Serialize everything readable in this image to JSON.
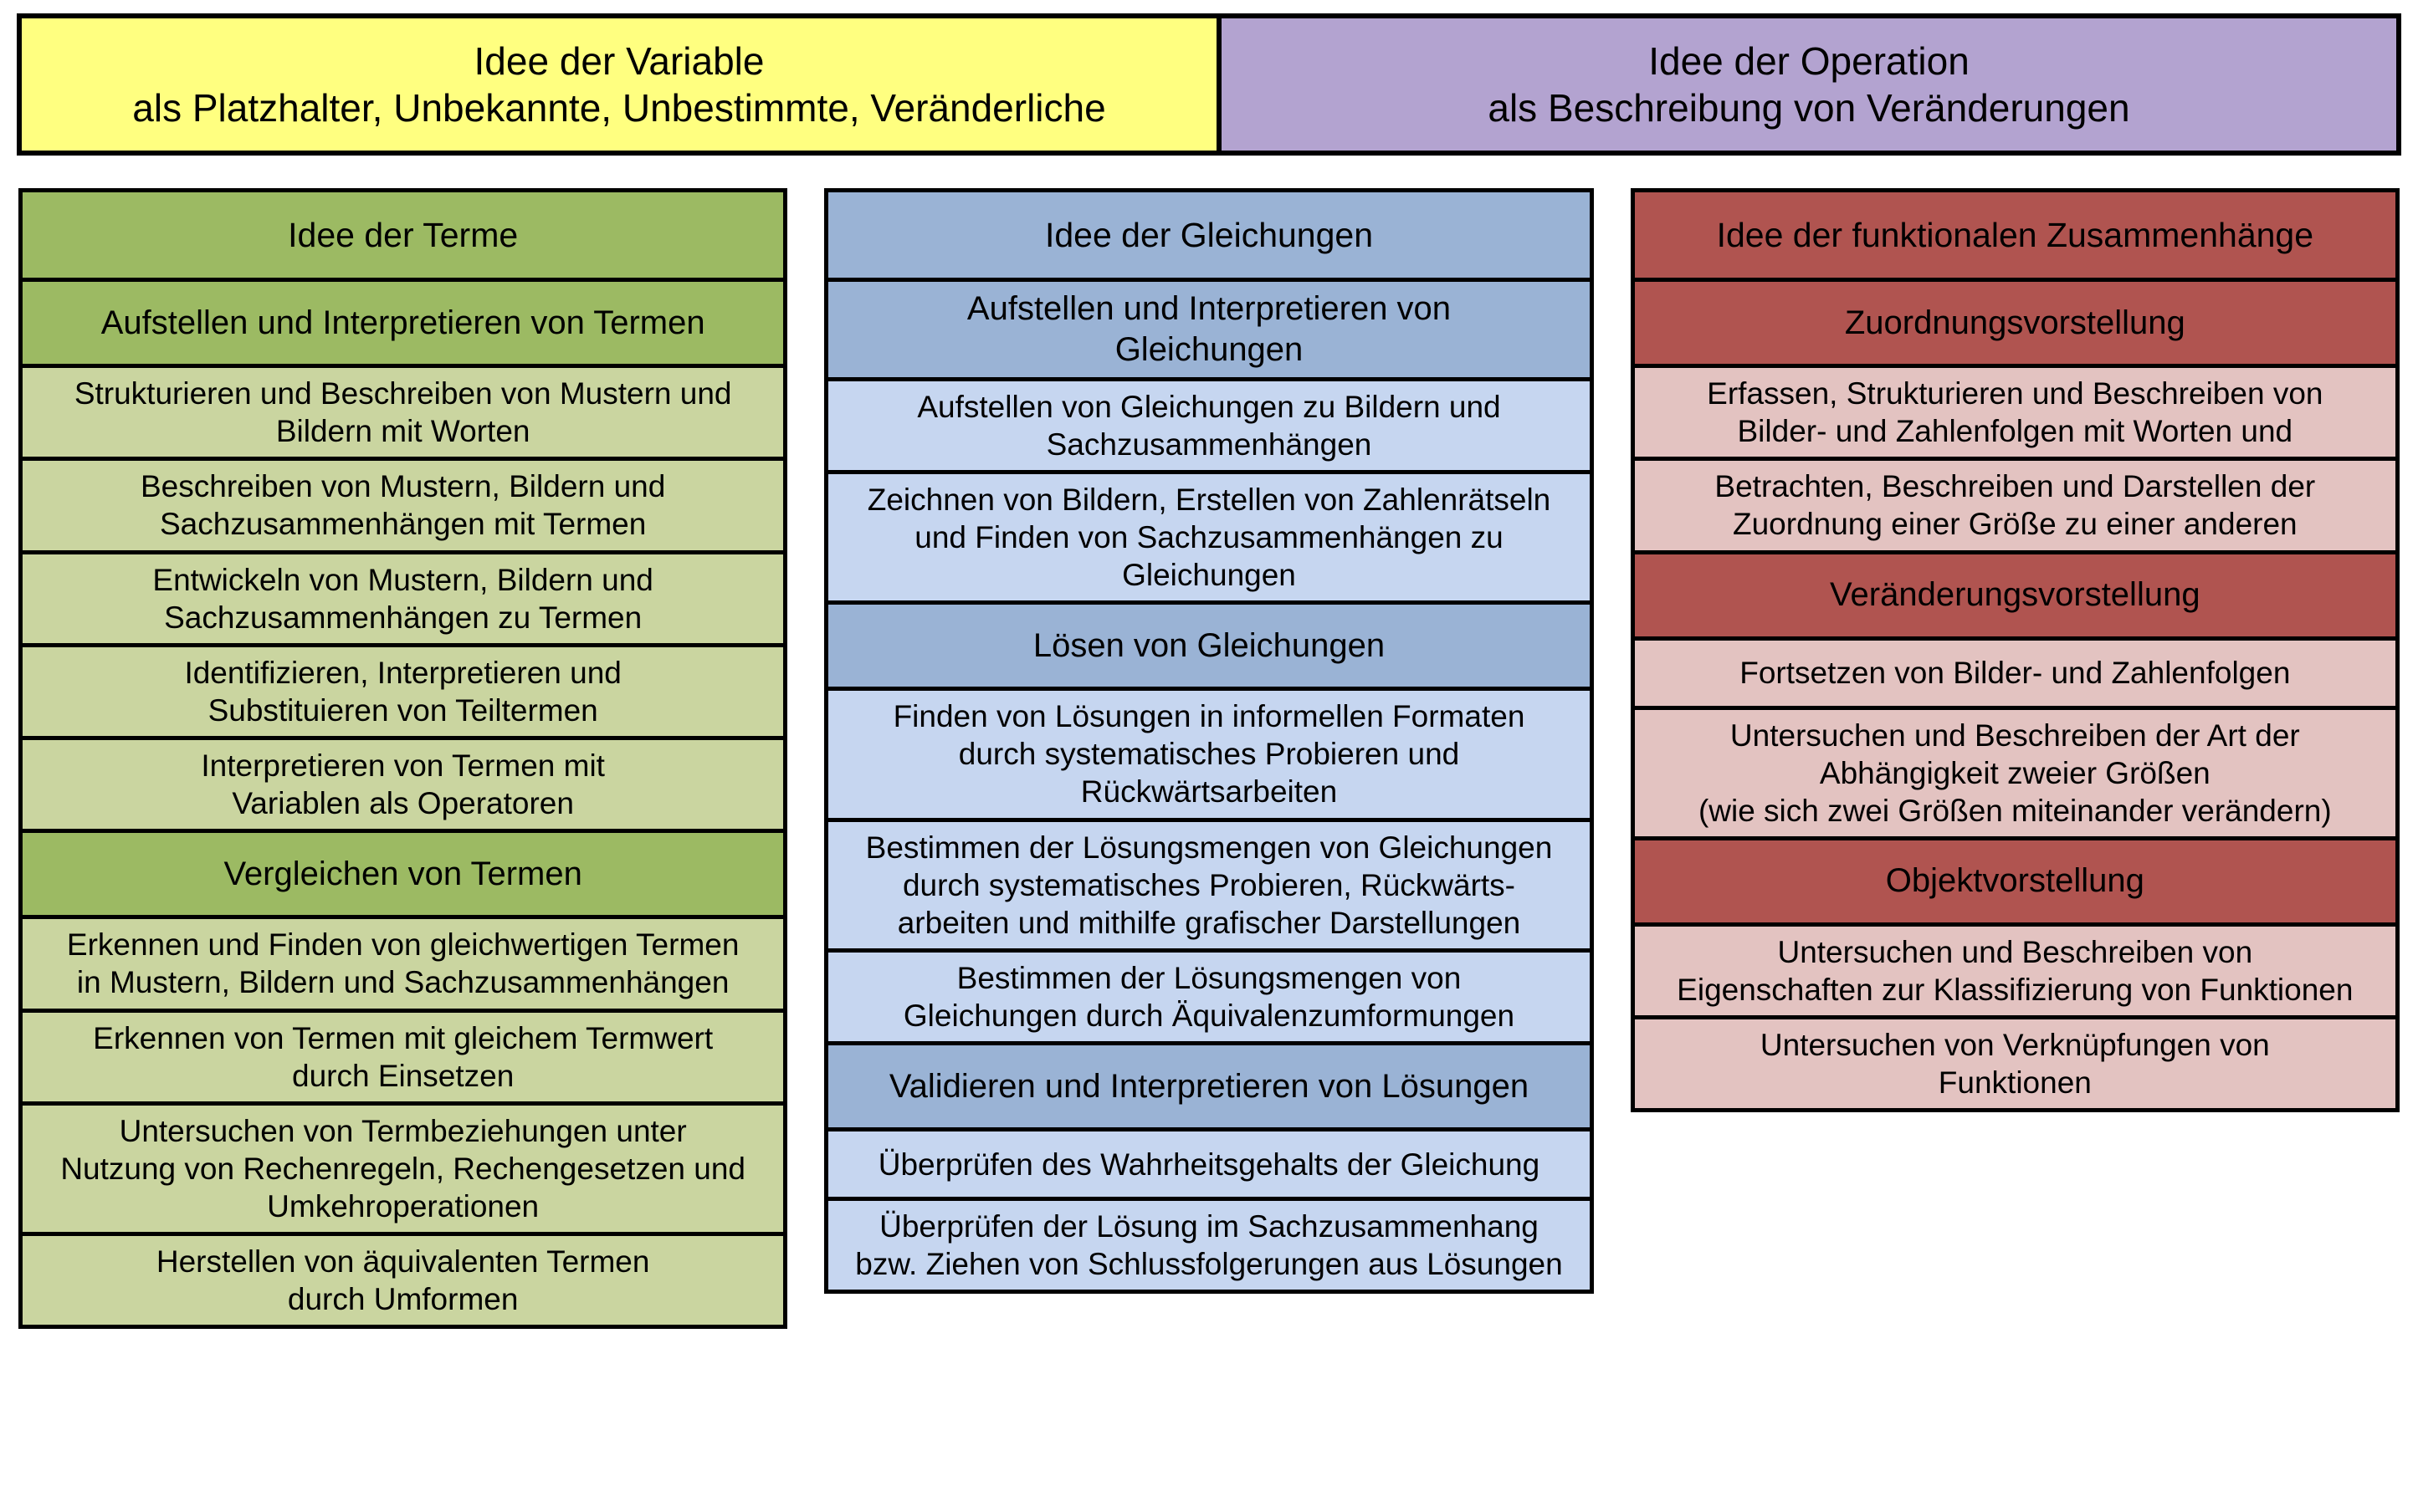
{
  "header": {
    "left": {
      "title": "Idee der Variable",
      "subtitle": "als Platzhalter, Unbekannte, Unbestimmte, Veränderliche",
      "color": "#FFFF80"
    },
    "right": {
      "title": "Idee der Operation",
      "subtitle": "als Beschreibung von Veränderungen",
      "color": "#B3A3D0"
    }
  },
  "colors": {
    "green_dark": "#9CBA63",
    "green_light": "#CAD5A0",
    "blue_dark": "#9AB3D5",
    "blue_light": "#C6D6F0",
    "red_dark": "#B05450",
    "red_light": "#E3C3C1",
    "border": "#000000"
  },
  "columns": {
    "terme": {
      "title": "Idee der Terme",
      "groups": [
        {
          "head": "Aufstellen und Interpretieren von Termen",
          "items": [
            {
              "lines": [
                "Strukturieren und Beschreiben von Mustern und",
                "Bildern mit Worten"
              ]
            },
            {
              "lines": [
                "Beschreiben von Mustern, Bildern und",
                "Sachzusammenhängen mit Termen"
              ]
            },
            {
              "lines": [
                "Entwickeln von Mustern, Bildern und",
                "Sachzusammenhängen zu Termen"
              ]
            },
            {
              "lines": [
                "Identifizieren, Interpretieren und",
                "Substituieren von Teiltermen"
              ]
            },
            {
              "lines": [
                "Interpretieren von Termen mit",
                "Variablen als Operatoren"
              ]
            }
          ]
        },
        {
          "head": "Vergleichen von Termen",
          "items": [
            {
              "lines": [
                "Erkennen und Finden von gleichwertigen Termen",
                "in Mustern, Bildern und Sachzusammenhängen"
              ]
            },
            {
              "lines": [
                "Erkennen von Termen mit gleichem Termwert",
                "durch Einsetzen"
              ]
            },
            {
              "lines": [
                "Untersuchen von Termbeziehungen unter",
                "Nutzung von Rechenregeln, Rechengesetzen und",
                "Umkehroperationen"
              ]
            },
            {
              "lines": [
                "Herstellen von äquivalenten Termen",
                "durch Umformen"
              ]
            }
          ]
        }
      ]
    },
    "gleichungen": {
      "title": "Idee der Gleichungen",
      "groups": [
        {
          "head": "Aufstellen und Interpretieren von Gleichungen",
          "head_lines": [
            "Aufstellen und Interpretieren von",
            "Gleichungen"
          ],
          "items": [
            {
              "lines": [
                "Aufstellen von Gleichungen zu Bildern und",
                "Sachzusammenhängen"
              ]
            },
            {
              "lines": [
                "Zeichnen von Bildern, Erstellen von Zahlenrätseln",
                "und Finden von Sachzusammenhängen zu",
                "Gleichungen"
              ]
            }
          ]
        },
        {
          "head": "Lösen von Gleichungen",
          "head_lines": [
            "Lösen von Gleichungen"
          ],
          "items": [
            {
              "lines": [
                "Finden von Lösungen in informellen Formaten",
                "durch systematisches Probieren und",
                "Rückwärtsarbeiten"
              ]
            },
            {
              "lines": [
                "Bestimmen der Lösungsmengen von Gleichungen",
                "durch systematisches Probieren, Rückwärts-",
                "arbeiten und mithilfe grafischer Darstellungen"
              ]
            },
            {
              "lines": [
                "Bestimmen der Lösungsmengen von",
                "Gleichungen durch Äquivalenzumformungen"
              ]
            }
          ]
        },
        {
          "head": "Validieren und Interpretieren von Lösungen",
          "head_lines": [
            "Validieren und Interpretieren von Lösungen"
          ],
          "items": [
            {
              "lines": [
                "Überprüfen des Wahrheitsgehalts der Gleichung"
              ]
            },
            {
              "lines": [
                "Überprüfen der Lösung im Sachzusammenhang",
                "bzw. Ziehen von Schlussfolgerungen aus Lösungen"
              ]
            }
          ]
        }
      ]
    },
    "funktionen": {
      "title": "Idee der funktionalen Zusammenhänge",
      "groups": [
        {
          "head": "Zuordnungsvorstellung",
          "items": [
            {
              "lines": [
                "Erfassen, Strukturieren und Beschreiben von",
                "Bilder- und Zahlenfolgen mit Worten und"
              ]
            },
            {
              "lines": [
                "Betrachten, Beschreiben und Darstellen der",
                "Zuordnung einer Größe zu einer anderen"
              ]
            }
          ]
        },
        {
          "head": "Veränderungsvorstellung",
          "items": [
            {
              "lines": [
                "Fortsetzen von Bilder- und Zahlenfolgen"
              ]
            },
            {
              "lines": [
                "Untersuchen und Beschreiben der Art der",
                "Abhängigkeit zweier Größen",
                "(wie sich zwei Größen miteinander verändern)"
              ]
            }
          ]
        },
        {
          "head": "Objektvorstellung",
          "items": [
            {
              "lines": [
                "Untersuchen und Beschreiben von",
                "Eigenschaften zur Klassifizierung von Funktionen"
              ]
            },
            {
              "lines": [
                "Untersuchen von Verknüpfungen von",
                "Funktionen"
              ]
            }
          ]
        }
      ]
    }
  }
}
